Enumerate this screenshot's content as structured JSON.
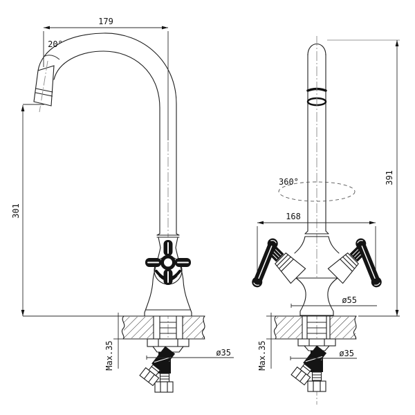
{
  "drawing": {
    "subject": "kitchen-faucet-two-view-dimensional-drawing",
    "colors": {
      "line": "#1c1c1c",
      "background": "#ffffff",
      "centerline": "#888888"
    },
    "side_view": {
      "spout_reach": "179",
      "spout_angle": "20°",
      "spout_height": "301",
      "max_counter_thickness": "Max.35",
      "supply_hole_diameter": "ø35"
    },
    "front_view": {
      "handle_span": "168",
      "swivel_angle": "360°",
      "overall_height": "391",
      "base_diameter": "ø55",
      "max_counter_thickness": "Max.35",
      "supply_hole_diameter": "ø35"
    }
  }
}
